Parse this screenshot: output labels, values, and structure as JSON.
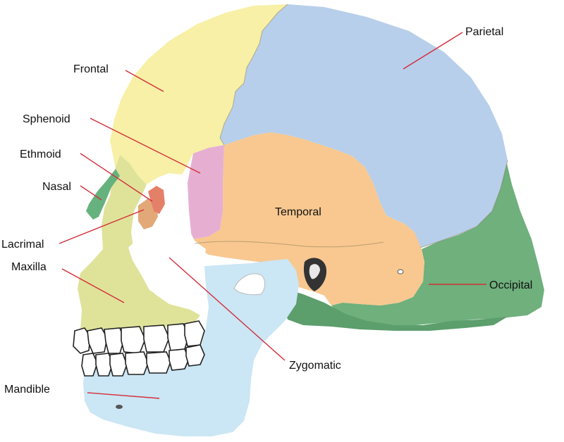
{
  "labels": {
    "frontal": "Frontal",
    "parietal": "Parietal",
    "sphenoid": "Sphenoid",
    "ethmoid": "Ethmoid",
    "nasal": "Nasal",
    "temporal": "Temporal",
    "lacrimal": "Lacrimal",
    "maxilla": "Maxilla",
    "occipital": "Occipital",
    "zygomatic": "Zygomatic",
    "mandible": "Mandible"
  },
  "colors": {
    "frontal": "#f7f0a6",
    "parietal": "#b7cfea",
    "sphenoid": "#e6afd2",
    "ethmoid": "#e58068",
    "nasal": "#66b27e",
    "temporal": "#f8c890",
    "lacrimal": "#e3a878",
    "maxilla": "#dfe39a",
    "occipital": "#6fb07c",
    "zygomatic": "#ffffff",
    "mandible": "#cbe6f4",
    "leader_line": "#d42e3a",
    "outline": "#222222"
  }
}
